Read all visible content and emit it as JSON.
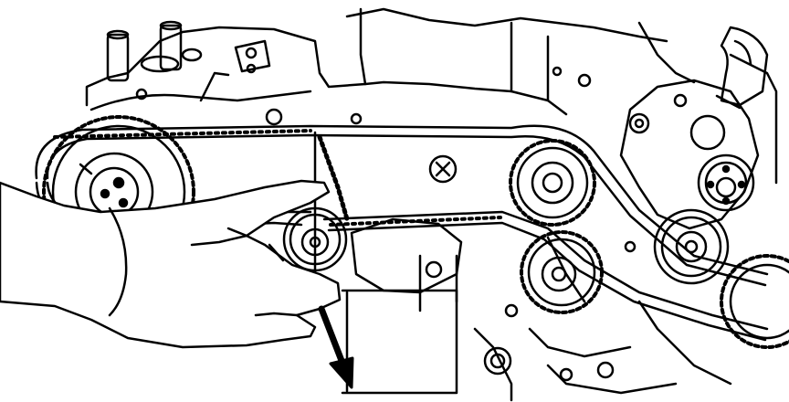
{
  "diagram": {
    "kind": "line-illustration",
    "subject": "engine-timing-belt-service",
    "colors": {
      "line": "#000000",
      "background": "#ffffff"
    },
    "arrow_direction": "down"
  }
}
